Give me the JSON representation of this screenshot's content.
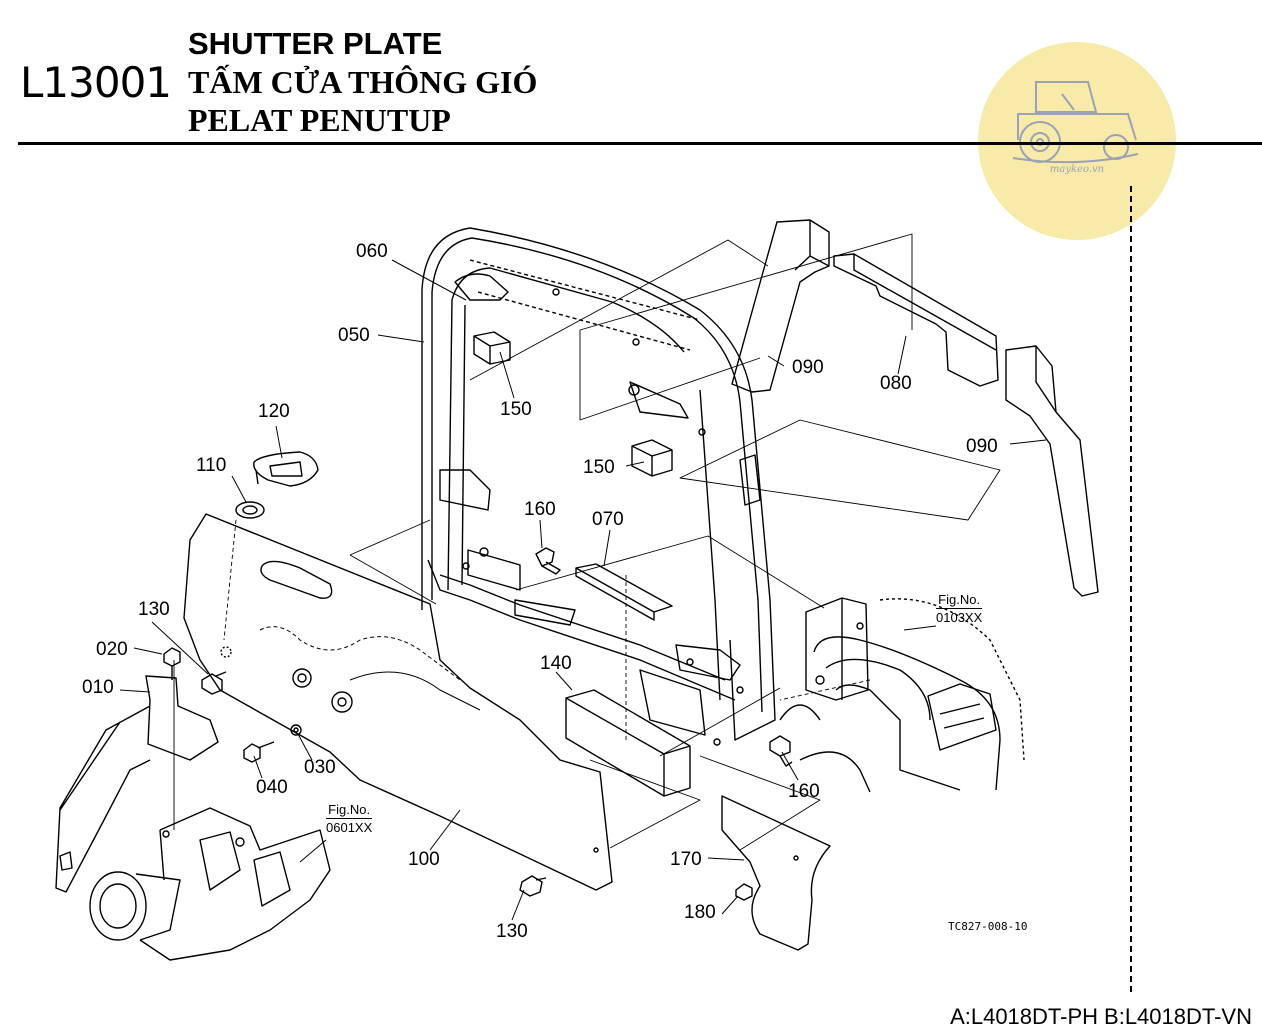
{
  "header": {
    "code": "L13001",
    "title_en": "SHUTTER PLATE",
    "title_vi": "TẤM CỬA THÔNG GIÓ",
    "title_id": "PELAT PENUTUP"
  },
  "watermark": {
    "text": "maykeo.vn",
    "icon": "tractor-icon",
    "color": "#f8eaa8"
  },
  "callouts": [
    "060",
    "050",
    "150",
    "150",
    "120",
    "110",
    "160",
    "070",
    "090",
    "080",
    "090",
    "130",
    "020",
    "010",
    "140",
    "040",
    "030",
    "100",
    "160",
    "170",
    "180",
    "130"
  ],
  "figure_refs": [
    {
      "label": "Fig.No.",
      "value": "0103XX"
    },
    {
      "label": "Fig.No.",
      "value": "0601XX"
    }
  ],
  "drawing_number": "TC827-008-10",
  "footer": {
    "model_a": "A:L4018DT-PH",
    "model_b": "B:L4018DT-VN"
  }
}
